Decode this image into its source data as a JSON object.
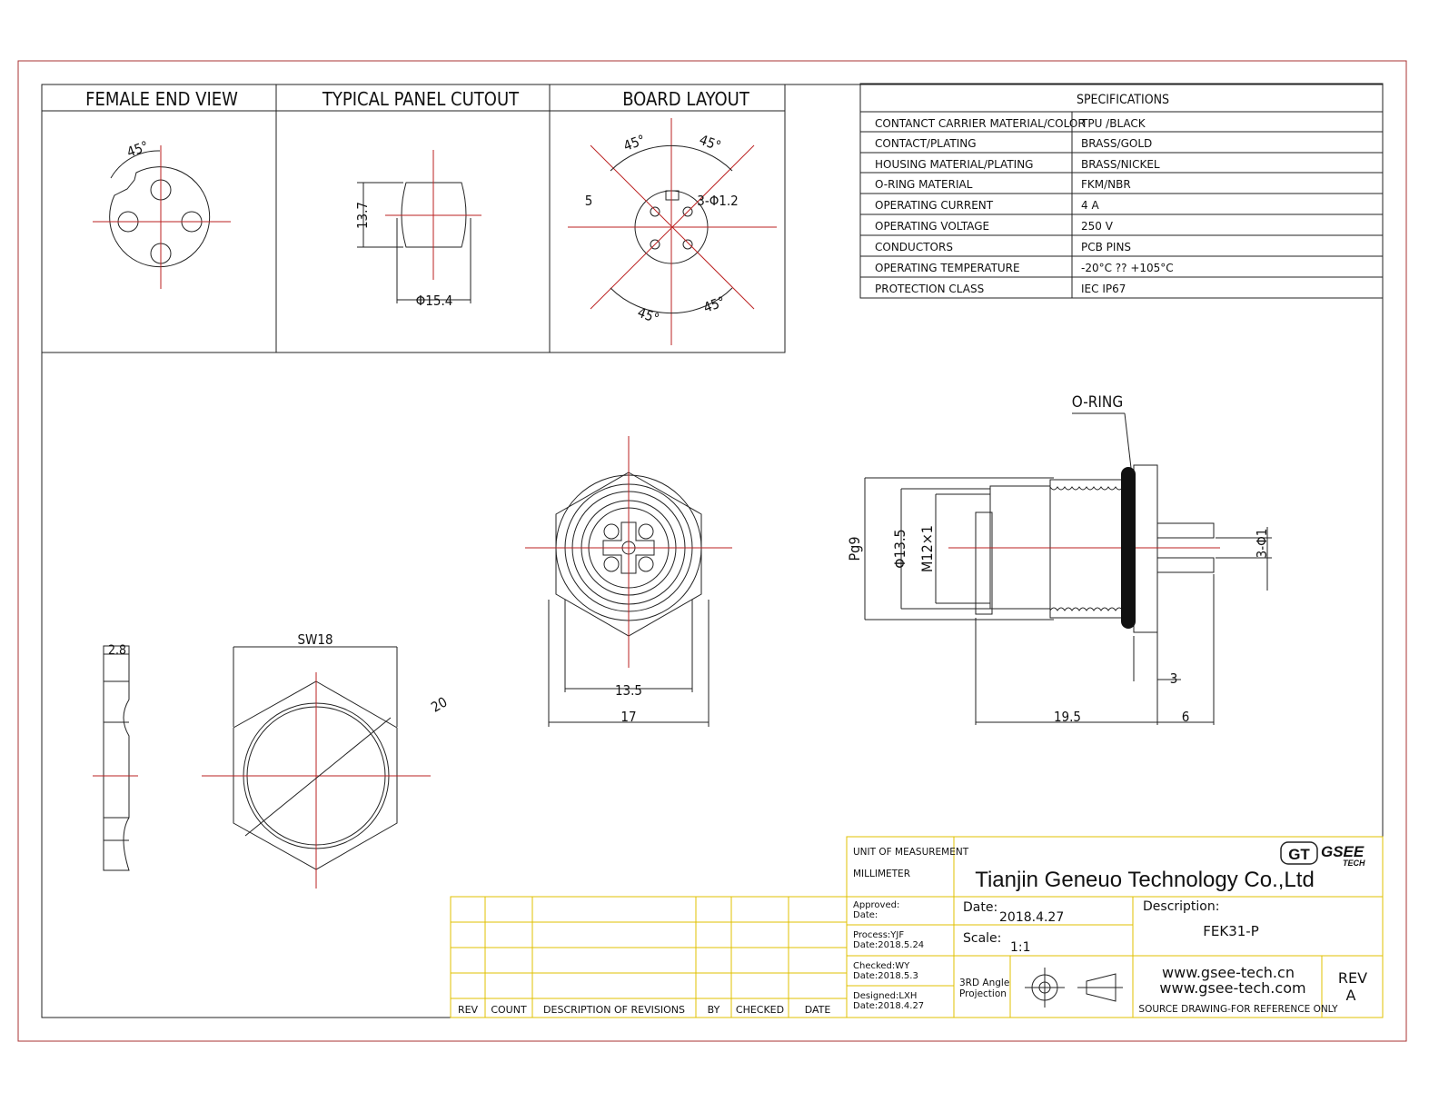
{
  "views": {
    "female_end_view": "FEMALE END VIEW",
    "panel_cutout": "TYPICAL PANEL CUTOUT",
    "board_layout": "BOARD  LAYOUT"
  },
  "female_view": {
    "angle": "45°"
  },
  "panel_cutout": {
    "height": "13.7",
    "diameter": "Φ15.4"
  },
  "board": {
    "angle_tl": "45°",
    "angle_tr": "45°",
    "angle_bl": "45°",
    "angle_br": "45°",
    "offset": "5",
    "hole": "3-Φ1.2"
  },
  "specifications": {
    "title": "SPECIFICATIONS",
    "rows": [
      {
        "label": "CONTANCT CARRIER MATERIAL/COLOR",
        "value": "TPU /BLACK"
      },
      {
        "label": "CONTACT/PLATING",
        "value": "BRASS/GOLD"
      },
      {
        "label": "HOUSING MATERIAL/PLATING",
        "value": "BRASS/NICKEL"
      },
      {
        "label": "O-RING  MATERIAL",
        "value": "FKM/NBR"
      },
      {
        "label": "OPERATING CURRENT",
        "value": "4  A"
      },
      {
        "label": "OPERATING VOLTAGE",
        "value": "250  V"
      },
      {
        "label": "CONDUCTORS",
        "value": "PCB PINS"
      },
      {
        "label": "OPERATING TEMPERATURE",
        "value": "-20°C ?? +105°C"
      },
      {
        "label": "PROTECTION CLASS",
        "value": "IEC   IP67"
      }
    ]
  },
  "nut": {
    "thickness": "2.8",
    "sw": "SW18",
    "diag": "20"
  },
  "front": {
    "inner": "13.5",
    "outer": "17"
  },
  "side": {
    "oring": "O-RING",
    "pg": "Pg9",
    "dia": "Φ13.5",
    "thread": "M12×1",
    "pins": "3-Φ1",
    "length": "19.5",
    "pin_len": "6",
    "flange": "3"
  },
  "title_block": {
    "unit_label": "UNIT OF MEASUREMENT",
    "unit_value": "MILLIMETER",
    "company": "Tianjin Geneuo Technology Co.,Ltd",
    "logo_gt": "GT",
    "logo_gsee": "GSEE",
    "logo_tech": "TECH",
    "approved_label": "Approved:",
    "approved_date": "Date:",
    "process_label": "Process:YJF",
    "process_date": "Date:2018.5.24",
    "checked_label": "Checked:WY",
    "checked_date": "Date:2018.5.3",
    "designed_label": "Designed:LXH",
    "designed_date": "Date:2018.4.27",
    "date_label": "Date:",
    "date_value": "2018.4.27",
    "scale_label": "Scale:",
    "scale_value": "1:1",
    "projection_1": "3RD Angle",
    "projection_2": "Projection",
    "desc_label": "Description:",
    "desc_value": "FEK31-P",
    "web1": "www.gsee-tech.cn",
    "web2": "www.gsee-tech.com",
    "rev_label": "REV",
    "rev_value": "A",
    "source_note": "SOURCE DRAWING-FOR REFERENCE ONLY",
    "rev_headers": [
      "REV",
      "COUNT",
      "DESCRIPTION  OF  REVISIONS",
      "BY",
      "CHECKED",
      "DATE"
    ]
  }
}
